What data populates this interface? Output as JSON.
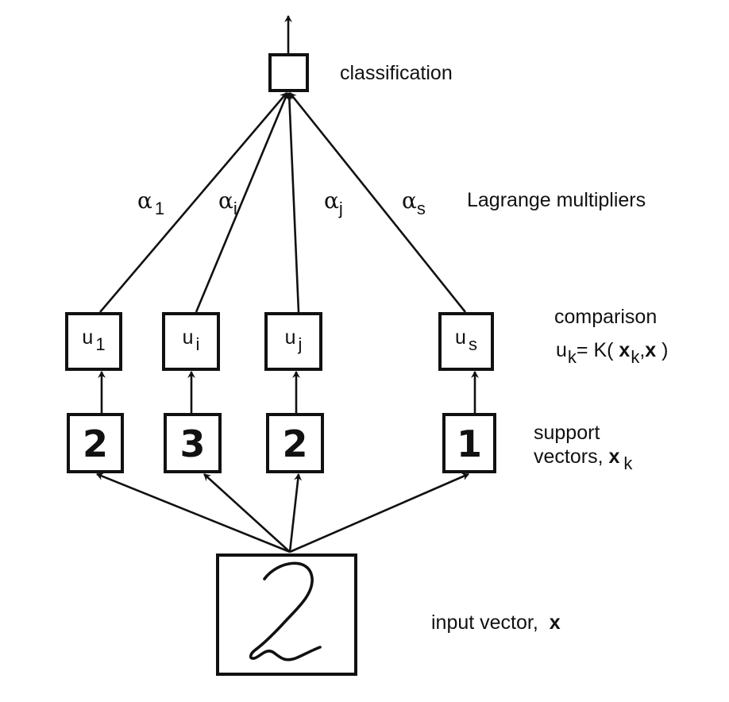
{
  "output": {
    "label": "classification"
  },
  "weights": {
    "label": "Lagrange multipliers",
    "alphas": [
      {
        "symbol": "α",
        "sub": "1"
      },
      {
        "symbol": "α",
        "sub": "i"
      },
      {
        "symbol": "α",
        "sub": "j"
      },
      {
        "symbol": "α",
        "sub": "s"
      }
    ]
  },
  "comparison": {
    "label": "comparison",
    "formula": {
      "lhs": "u",
      "lhs_sub": "k",
      "eq": "=",
      "fn": "K(",
      "arg1": "x",
      "arg1_sub": "k",
      "sep": ",",
      "arg2": "x",
      "close": " )"
    },
    "units": [
      {
        "symbol": "u",
        "sub": "1"
      },
      {
        "symbol": "u",
        "sub": "i"
      },
      {
        "symbol": "u",
        "sub": "j"
      },
      {
        "symbol": "u",
        "sub": "s"
      }
    ]
  },
  "support_vectors": {
    "label_line1": "support",
    "label_line2": "vectors,",
    "var": "x",
    "var_sub": "k",
    "digits": [
      "2",
      "3",
      "2",
      "1"
    ]
  },
  "input": {
    "label": "input vector,",
    "var": "x",
    "digit": "2"
  }
}
